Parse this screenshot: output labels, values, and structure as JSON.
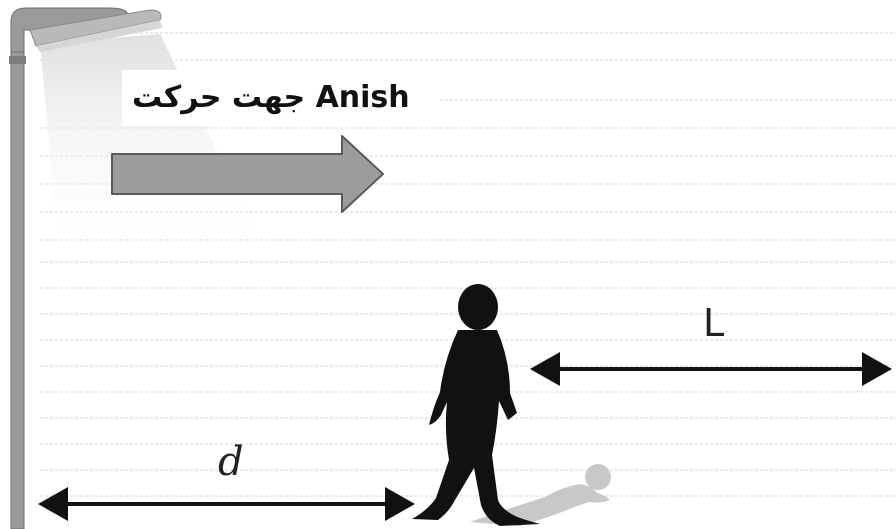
{
  "caption": {
    "name": "Anish",
    "direction_text": "جهت حرکت"
  },
  "labels": {
    "distance_from_lamp": "d",
    "length": "L"
  },
  "colors": {
    "background": "#ffffff",
    "guide_lines": "#dcdcdc",
    "lamp_pole": "#9a9a9a",
    "light_cone": "#e7e7e7",
    "direction_arrow_fill": "#9c9c9c",
    "direction_arrow_stroke": "#5a5a5a",
    "figure": "#111111",
    "shadow": "#c6c6c6",
    "measure_arrows": "#111111"
  },
  "icons": {
    "lamp": "street-lamp-icon",
    "walker": "walking-person-icon",
    "shadow": "person-shadow-icon",
    "direction": "right-arrow-icon"
  }
}
